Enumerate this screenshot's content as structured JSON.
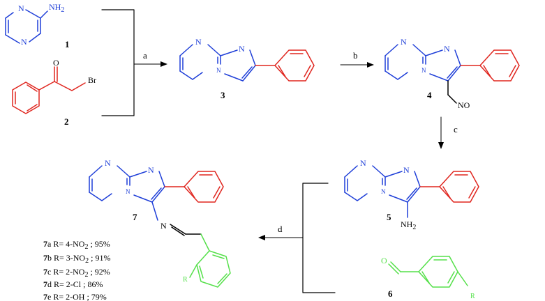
{
  "compounds": {
    "c1": "1",
    "c2": "2",
    "c3": "3",
    "c4": "4",
    "c5": "5",
    "c6": "6",
    "c7": "7"
  },
  "atoms": {
    "N": "N",
    "NH2_N": "NH",
    "NH2_sub": "2",
    "Br": "Br",
    "O": "O",
    "NO": "NO",
    "R": "R"
  },
  "steps": {
    "a": "a",
    "b": "b",
    "c": "c",
    "d": "d"
  },
  "yields": [
    {
      "id": "7a",
      "num": "7",
      "letter": "a",
      "text": " R= 4-NO",
      "sub": "2",
      "tail": " ; 95%"
    },
    {
      "id": "7b",
      "num": "7",
      "letter": "b",
      "text": " R= 3-NO",
      "sub": "2",
      "tail": " ; 91%"
    },
    {
      "id": "7c",
      "num": "7",
      "letter": "c",
      "text": " R= 2-NO",
      "sub": "2",
      "tail": " ; 92%"
    },
    {
      "id": "7d",
      "num": "7",
      "letter": "d",
      "text": " R= 2-Cl",
      "sub": "",
      "tail": "      ; 86%"
    },
    {
      "id": "7e",
      "num": "7",
      "letter": "e",
      "text": " R= 2-OH",
      "sub": "",
      "tail": "   ; 79%"
    }
  ],
  "colors": {
    "core": "#1f3fd8",
    "phenyl": "#e0261f",
    "aldehyde": "#55e04a"
  }
}
